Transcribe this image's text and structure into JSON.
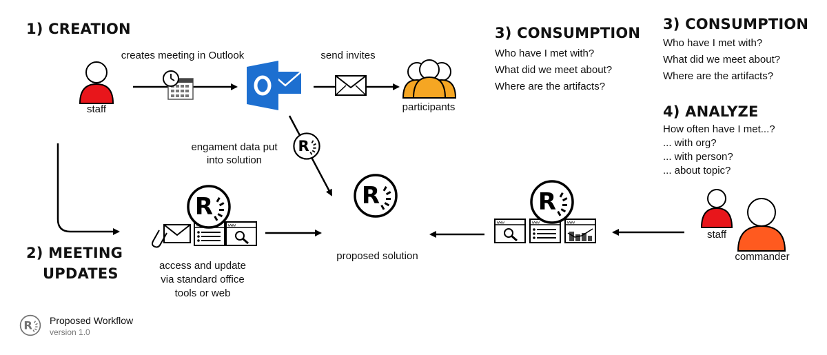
{
  "creation": {
    "title": "1) CREATION",
    "staff_label": "staff",
    "step1_label": "creates meeting in Outlook",
    "step2_label": "send invites",
    "participants_label": "participants"
  },
  "meeting_updates": {
    "title_line1": "2) MEETING",
    "title_line2": "UPDATES",
    "caption_lines": [
      "access and update",
      "via standard office",
      "tools or web"
    ]
  },
  "engagement": {
    "label_lines": [
      "engament data put",
      "into solution"
    ]
  },
  "solution": {
    "label": "proposed solution"
  },
  "consumption_left": {
    "title": "3) CONSUMPTION",
    "questions": [
      "Who have I met with?",
      "What did we meet about?",
      "Where are the artifacts?"
    ]
  },
  "consumption_right": {
    "title": "3) CONSUMPTION",
    "questions": [
      "Who have I met with?",
      "What did we meet about?",
      "Where are the artifacts?"
    ]
  },
  "analyze": {
    "title": "4) ANALYZE",
    "items": [
      "How often have I met...?",
      "... with org?",
      "... with person?",
      "... about topic?"
    ]
  },
  "people": {
    "staff_label": "staff",
    "commander_label": "commander"
  },
  "footer": {
    "title": "Proposed Workflow",
    "version": "version 1.0"
  },
  "colors": {
    "staff_red": "#e8161b",
    "participants_orange": "#f5a623",
    "commander_orange": "#ff5a1f",
    "outlook_blue": "#1d6fd0"
  }
}
